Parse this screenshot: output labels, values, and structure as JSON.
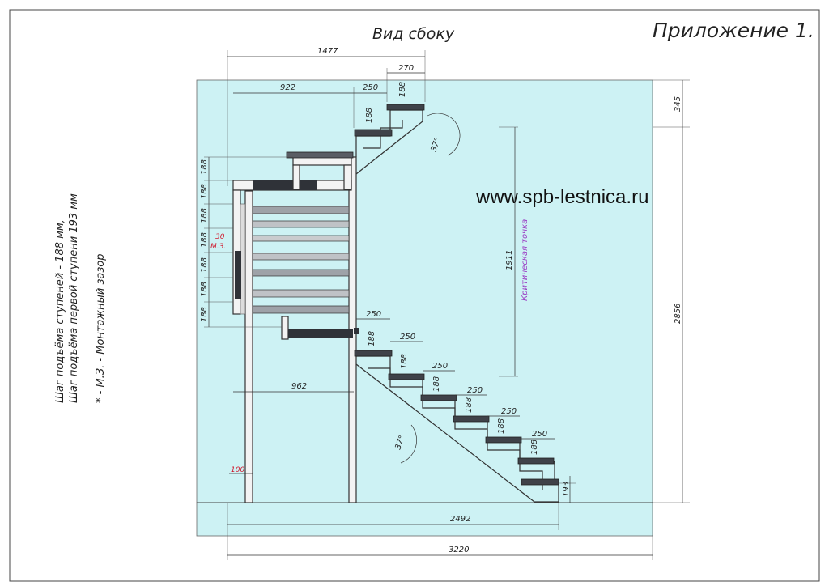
{
  "sheet": {
    "title": "Вид сбоку",
    "appendix": "Приложение 1.",
    "url": "www.spb-lestnica.ru",
    "note_rise": "Шаг подъёма ступеней - 188 мм,",
    "note_first": "Шаг подъёма первой ступени 193 мм",
    "note_gap": "* - М.З. - Монтажный зазор"
  },
  "dimensions": {
    "top_total": "1477",
    "top_upper": "270",
    "top_landing": "922",
    "top_step": "250",
    "right_top": "345",
    "right_total": "2856",
    "critical_value": "1911",
    "critical_label": "Критическая точка",
    "angle_upper": "37°",
    "angle_lower": "37°",
    "rise_188": "188",
    "rise_first": "193",
    "run_250": "250",
    "mid_landing": "962",
    "gap_value": "30",
    "gap_label": "М.З.",
    "post_width": "100",
    "bottom_stair": "2492",
    "bottom_total": "3220"
  },
  "colors": {
    "wall_fill": "#cdf2f4",
    "tread": "#3f4249",
    "accent_red": "#d0182c",
    "accent_violet": "#9b3fc4"
  }
}
